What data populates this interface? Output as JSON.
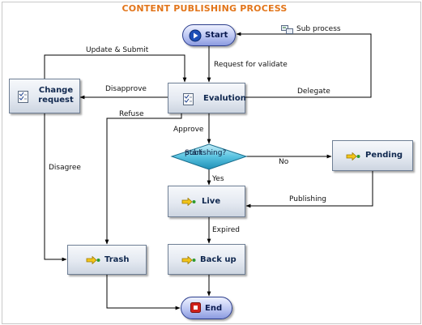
{
  "title": "CONTENT PUBLISHING PROCESS",
  "nodes": {
    "start": "Start",
    "evaluation": "Evalution",
    "change_request_line1": "Change",
    "change_request_line2": "request",
    "decision_line1": "Start",
    "decision_line2": "publishing?",
    "pending": "Pending",
    "live": "Live",
    "trash": "Trash",
    "backup": "Back up",
    "end": "End"
  },
  "edges": {
    "sub_process": "Sub process",
    "update_submit": "Update & Submit",
    "request_validate": "Request for validate",
    "disapprove": "Disapprove",
    "delegate": "Delegate",
    "refuse": "Refuse",
    "approve": "Approve",
    "disagree": "Disagree",
    "no": "No",
    "yes": "Yes",
    "publishing": "Publishing",
    "expired": "Expired"
  },
  "colors": {
    "title": "#e2751a",
    "connector": "#000000",
    "decision_fill": "#4fb7d6",
    "end_icon": "#d0211b",
    "arrow_icon": "#e6b800"
  }
}
